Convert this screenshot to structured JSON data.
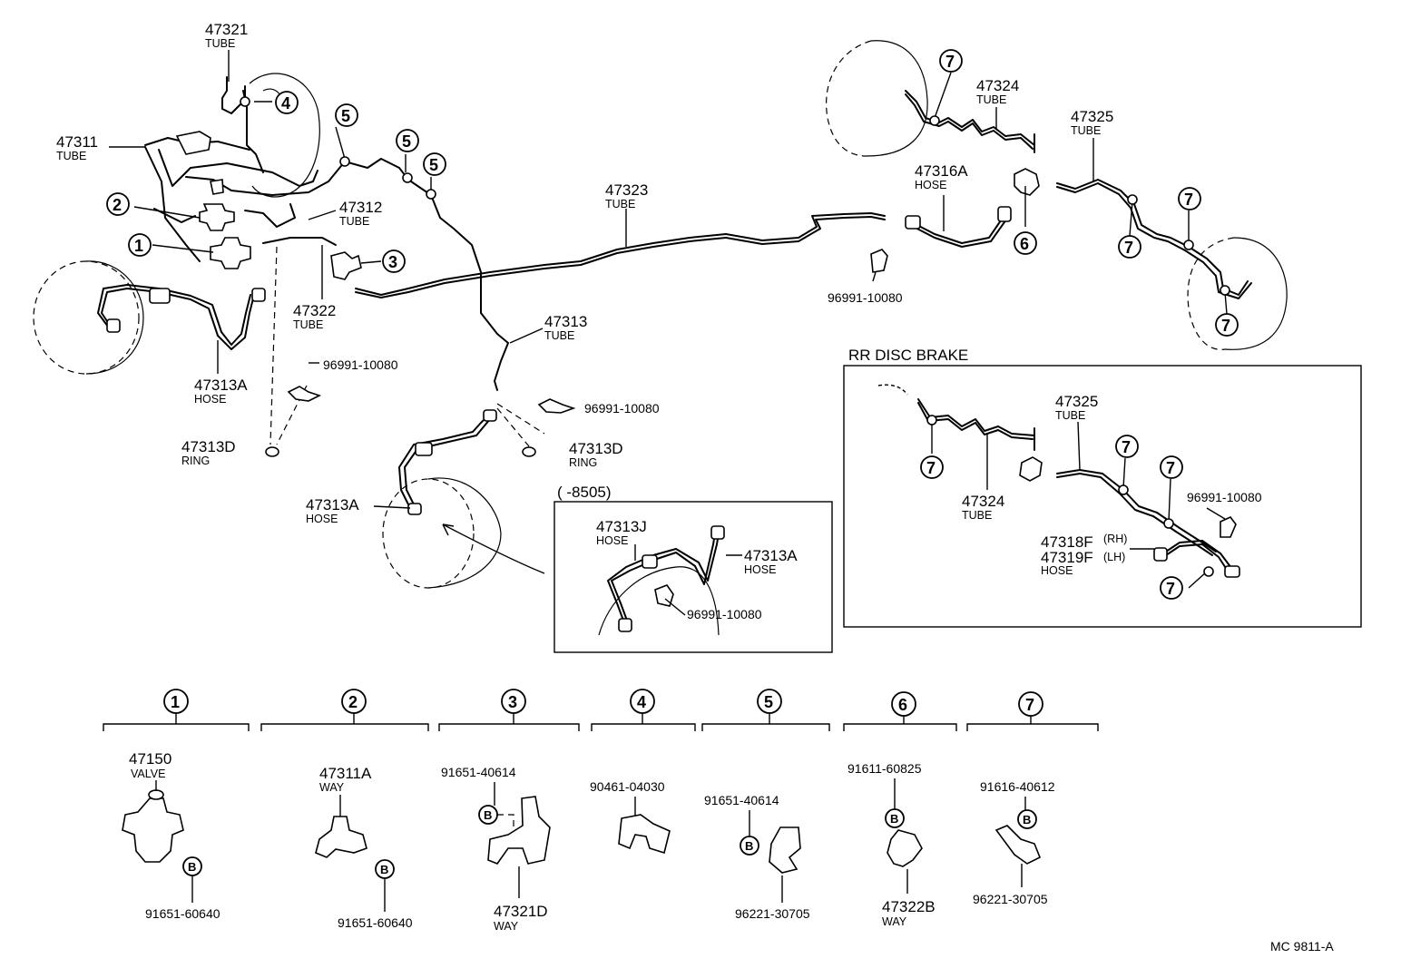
{
  "labels": {
    "p47321": "47321",
    "p47321_t": "TUBE",
    "p47311": "47311",
    "p47311_t": "TUBE",
    "p47312": "47312",
    "p47312_t": "TUBE",
    "p47322": "47322",
    "p47322_t": "TUBE",
    "p47313A_l": "47313A",
    "p47313A_l_t": "HOSE",
    "p96991_a": "96991-10080",
    "p47313D_l": "47313D",
    "p47313D_l_t": "RING",
    "p47313": "47313",
    "p47313_t": "TUBE",
    "p96991_b": "96991-10080",
    "p47313D_r": "47313D",
    "p47313D_r_t": "RING",
    "p47313A_c": "47313A",
    "p47313A_c_t": "HOSE",
    "p47323": "47323",
    "p47323_t": "TUBE",
    "p47316A": "47316A",
    "p47316A_t": "HOSE",
    "p96991_c": "96991-10080",
    "p47324": "47324",
    "p47324_t": "TUBE",
    "p47325": "47325",
    "p47325_t": "TUBE",
    "inset_range": "(      -8505)",
    "p47313J": "47313J",
    "p47313J_t": "HOSE",
    "p47313A_i": "47313A",
    "p47313A_i_t": "HOSE",
    "p96991_d": "96991-10080",
    "rr_title": "RR  DISC  BRAKE",
    "p47325_rr": "47325",
    "p47325_rr_t": "TUBE",
    "p47324_rr": "47324",
    "p47324_rr_t": "TUBE",
    "p96991_e": "96991-10080",
    "p47318F": "47318F",
    "p47318F_s": "(RH)",
    "p47319F": "47319F",
    "p47319F_s": "(LH)",
    "p4731xF_t": "HOSE",
    "g1_part": "47150",
    "g1_part_t": "VALVE",
    "g1_bolt": "91651-60640",
    "g2_part": "47311A",
    "g2_part_t": "WAY",
    "g2_bolt": "91651-60640",
    "g3_bolt": "91651-40614",
    "g3_part": "47321D",
    "g3_part_t": "WAY",
    "g4_part": "90461-04030",
    "g5_bolt": "91651-40614",
    "g5_clamp": "96221-30705",
    "g6_bolt": "91611-60825",
    "g6_part": "47322B",
    "g6_part_t": "WAY",
    "g7_bolt": "91616-40612",
    "g7_clamp": "96221-30705",
    "bolt_mark": "B",
    "footer": "MC  9811-A"
  },
  "callouts": [
    "1",
    "2",
    "3",
    "4",
    "5",
    "6",
    "7"
  ]
}
